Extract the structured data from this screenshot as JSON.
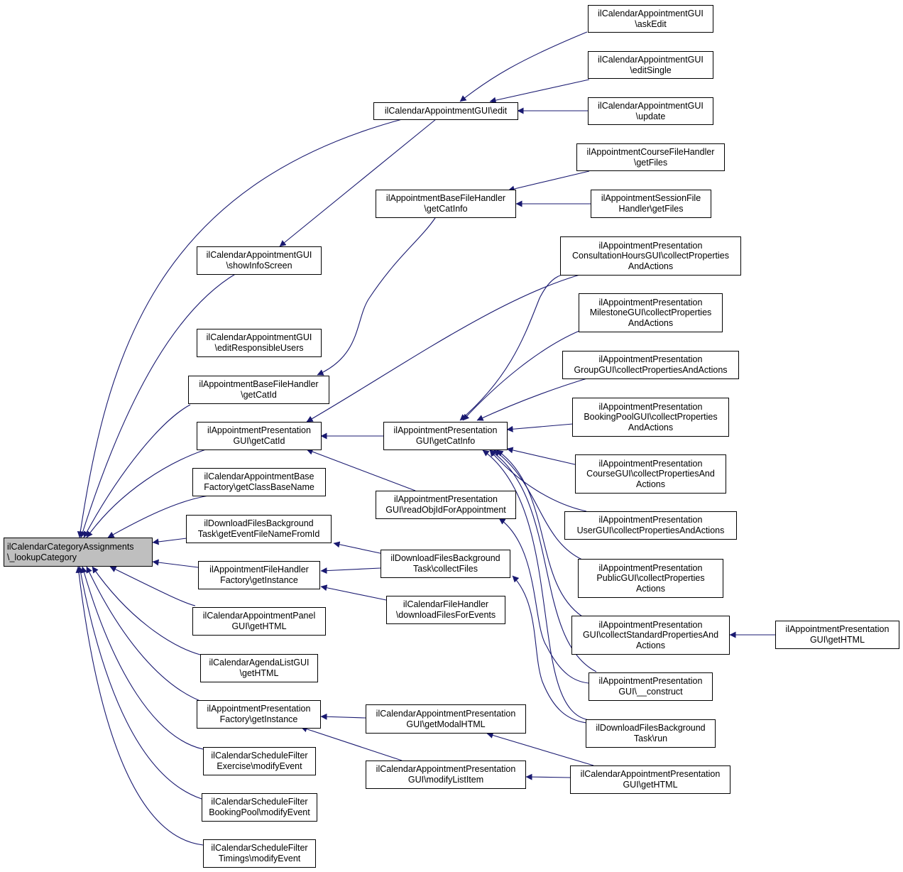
{
  "colors": {
    "edge": "#191970",
    "root_fill": "#bfbfbf",
    "node_fill": "#ffffff",
    "border": "#000000"
  },
  "nodes": {
    "n0": {
      "l1": "ilCalendarCategoryAssignments",
      "l2": "\\_lookupCategory"
    },
    "n1": {
      "l1": "ilCalendarAppointmentGUI\\edit",
      "l2": ""
    },
    "n2": {
      "l1": "ilCalendarAppointmentGUI",
      "l2": "\\askEdit"
    },
    "n3": {
      "l1": "ilCalendarAppointmentGUI",
      "l2": "\\editSingle"
    },
    "n4": {
      "l1": "ilCalendarAppointmentGUI",
      "l2": "\\update"
    },
    "n5": {
      "l1": "ilAppointmentCourseFileHandler",
      "l2": "\\getFiles"
    },
    "n6": {
      "l1": "ilAppointmentBaseFileHandler",
      "l2": "\\getCatInfo"
    },
    "n7": {
      "l1": "ilAppointmentSessionFile",
      "l2": "Handler\\getFiles"
    },
    "n8": {
      "l1": "ilCalendarAppointmentGUI",
      "l2": "\\showInfoScreen"
    },
    "n9": {
      "l1": "ilAppointmentPresentation",
      "l2": "ConsultationHoursGUI\\collectProperties",
      "l3": "AndActions"
    },
    "n10": {
      "l1": "ilAppointmentPresentation",
      "l2": "MilestoneGUI\\collectProperties",
      "l3": "AndActions"
    },
    "n11": {
      "l1": "ilCalendarAppointmentGUI",
      "l2": "\\editResponsibleUsers"
    },
    "n12": {
      "l1": "ilAppointmentPresentation",
      "l2": "GroupGUI\\collectPropertiesAndActions"
    },
    "n13": {
      "l1": "ilAppointmentBaseFileHandler",
      "l2": "\\getCatId"
    },
    "n14": {
      "l1": "ilAppointmentPresentation",
      "l2": "BookingPoolGUI\\collectProperties",
      "l3": "AndActions"
    },
    "n15": {
      "l1": "ilAppointmentPresentation",
      "l2": "GUI\\getCatId"
    },
    "n16": {
      "l1": "ilAppointmentPresentation",
      "l2": "GUI\\getCatInfo"
    },
    "n17": {
      "l1": "ilAppointmentPresentation",
      "l2": "CourseGUI\\collectPropertiesAnd",
      "l3": "Actions"
    },
    "n18": {
      "l1": "ilCalendarAppointmentBase",
      "l2": "Factory\\getClassBaseName"
    },
    "n19": {
      "l1": "ilAppointmentPresentation",
      "l2": "GUI\\readObjIdForAppointment"
    },
    "n20": {
      "l1": "ilAppointmentPresentation",
      "l2": "UserGUI\\collectPropertiesAndActions"
    },
    "n21": {
      "l1": "ilDownloadFilesBackground",
      "l2": "Task\\getEventFileNameFromId"
    },
    "n22": {
      "l1": "ilDownloadFilesBackground",
      "l2": "Task\\collectFiles"
    },
    "n23": {
      "l1": "ilAppointmentFileHandler",
      "l2": "Factory\\getInstance"
    },
    "n24": {
      "l1": "ilAppointmentPresentation",
      "l2": "PublicGUI\\collectProperties",
      "l3": "Actions"
    },
    "n25": {
      "l1": "ilCalendarFileHandler",
      "l2": "\\downloadFilesForEvents"
    },
    "n26": {
      "l1": "ilCalendarAppointmentPanel",
      "l2": "GUI\\getHTML"
    },
    "n27": {
      "l1": "ilAppointmentPresentation",
      "l2": "GUI\\collectStandardPropertiesAnd",
      "l3": "Actions"
    },
    "n28": {
      "l1": "ilAppointmentPresentation",
      "l2": "GUI\\getHTML"
    },
    "n29": {
      "l1": "ilCalendarAgendaListGUI",
      "l2": "\\getHTML"
    },
    "n30": {
      "l1": "ilAppointmentPresentation",
      "l2": "GUI\\__construct"
    },
    "n31": {
      "l1": "ilAppointmentPresentation",
      "l2": "Factory\\getInstance"
    },
    "n32": {
      "l1": "ilCalendarAppointmentPresentation",
      "l2": "GUI\\getModalHTML"
    },
    "n33": {
      "l1": "ilDownloadFilesBackground",
      "l2": "Task\\run"
    },
    "n34": {
      "l1": "ilCalendarScheduleFilter",
      "l2": "Exercise\\modifyEvent"
    },
    "n35": {
      "l1": "ilCalendarAppointmentPresentation",
      "l2": "GUI\\modifyListItem"
    },
    "n36": {
      "l1": "ilCalendarAppointmentPresentation",
      "l2": "GUI\\getHTML"
    },
    "n37": {
      "l1": "ilCalendarScheduleFilter",
      "l2": "BookingPool\\modifyEvent"
    },
    "n38": {
      "l1": "ilCalendarScheduleFilter",
      "l2": "Timings\\modifyEvent"
    }
  }
}
